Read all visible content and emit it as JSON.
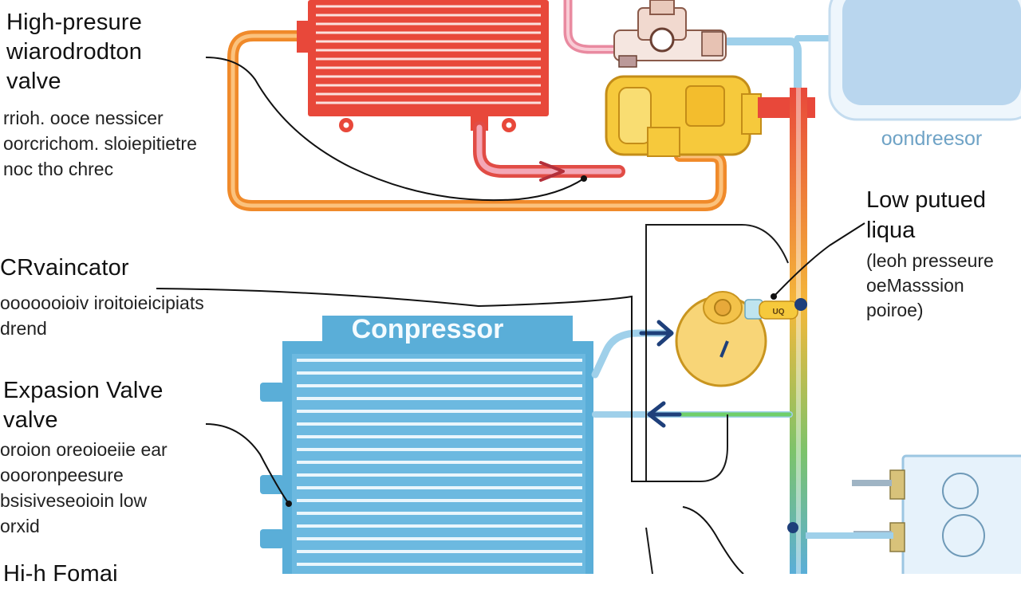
{
  "labels": {
    "high_pressure": {
      "title": [
        "High-presure",
        "wiarodrodton",
        "valve"
      ],
      "desc": [
        "rrioh. ooce nessicer",
        "oorcrichom. sloiepitietre",
        "noc tho chrec"
      ]
    },
    "evaporator": {
      "title": [
        "CRvaincator"
      ],
      "desc": [
        "ooooooioiv iroitoieicipiats",
        "drend"
      ]
    },
    "expansion": {
      "title": [
        "Expasion Valve",
        "valve"
      ],
      "desc": [
        "oroion oreoioeiie ear",
        "oooronpeesure",
        "bsisiveseoioin low",
        "orxid"
      ]
    },
    "low_pressure": {
      "title": [
        "Low putued",
        "liqua"
      ],
      "desc": [
        "(leoh presseure",
        "oeMasssion",
        "poiroe)"
      ]
    },
    "bottom_cut": {
      "title": [
        "Hi-h Fomai"
      ]
    }
  },
  "components": {
    "compressor_label": "Conpressor",
    "condenser_label": "oondreesor",
    "small_tag": "UQ"
  },
  "colors": {
    "hot_red": "#e8483a",
    "pipe_orange": "#f08a2a",
    "valve_yellow": "#f6c93c",
    "cool_blue": "#5aaed8",
    "tank_blue": "#b9d6ee",
    "arrow_navy": "#1e3f7a"
  }
}
